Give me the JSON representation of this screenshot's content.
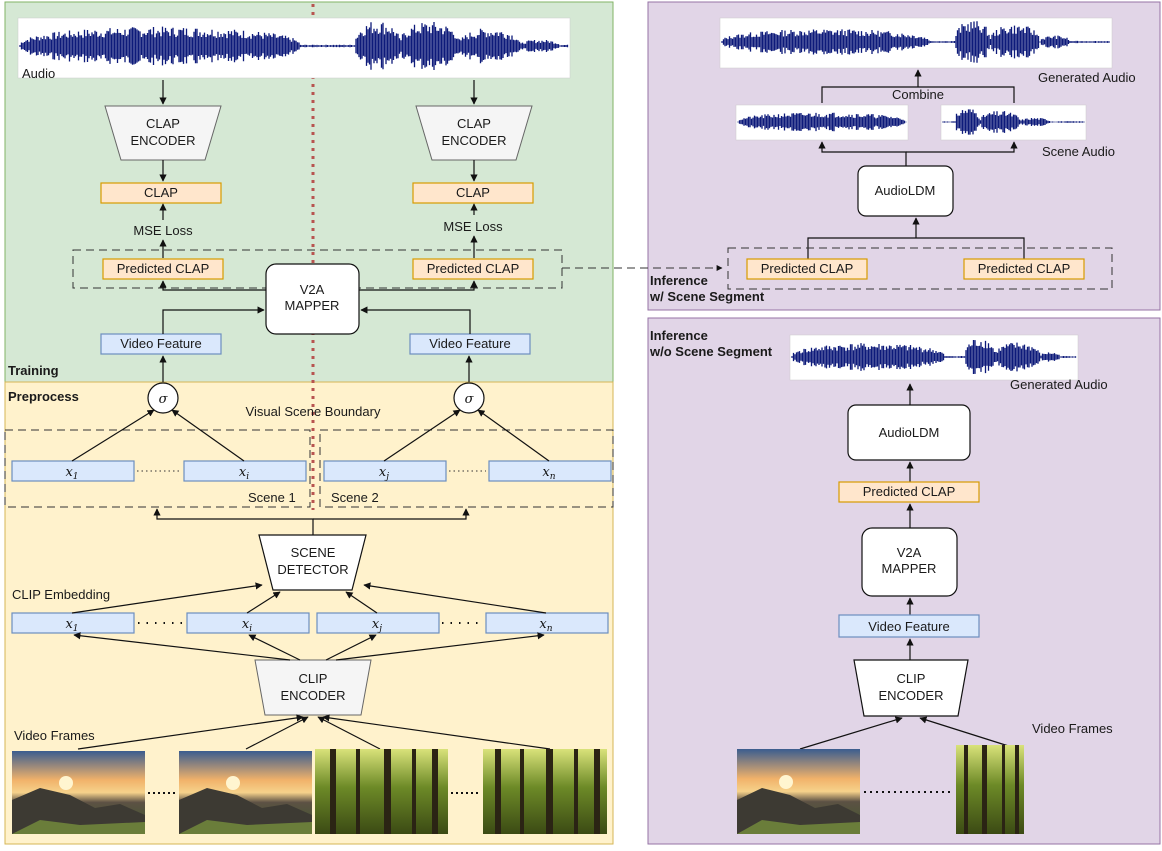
{
  "panels": {
    "training": "Training",
    "preprocess": "Preprocess",
    "inference_with": "Inference\nw/ Scene Segment",
    "inference_without": "Inference\nw/o Scene Segment"
  },
  "training": {
    "audio_label": "Audio",
    "clap_encoder": "CLAP\nENCODER",
    "clap": "CLAP",
    "mse_loss": "MSE Loss",
    "predicted_clap": "Predicted CLAP",
    "v2a_mapper": "V2A\nMAPPER",
    "video_feature": "Video Feature"
  },
  "preprocess": {
    "sigma": "σ",
    "visual_scene_boundary": "Visual Scene Boundary",
    "scene1": "Scene 1",
    "scene2": "Scene 2",
    "scene_detector": "SCENE\nDETECTOR",
    "clip_embedding": "CLIP Embedding",
    "clip_encoder": "CLIP\nENCODER",
    "video_frames": "Video Frames",
    "emb": {
      "x1": "x",
      "x1s": "1",
      "xi": "x",
      "xis": "i",
      "xj": "x",
      "xjs": "j",
      "xn": "x",
      "xns": "n"
    }
  },
  "inference_with": {
    "generated_audio": "Generated Audio",
    "combine": "Combine",
    "scene_audio": "Scene Audio",
    "audioldm": "AudioLDM",
    "predicted_clap": "Predicted CLAP"
  },
  "inference_without": {
    "generated_audio": "Generated Audio",
    "audioldm": "AudioLDM",
    "predicted_clap": "Predicted CLAP",
    "v2a_mapper": "V2A\nMAPPER",
    "video_feature": "Video Feature",
    "clip_encoder": "CLIP\nENCODER",
    "video_frames": "Video Frames"
  },
  "colors": {
    "training_bg": "#d5e8d4",
    "preprocess_bg": "#fff2cc",
    "inference_bg": "#e1d5e7",
    "clap_box": "#ffe6cc",
    "clap_border": "#d79b00",
    "feature_box": "#dae8fc",
    "feature_border": "#6c8ebf",
    "waveform": "#0d1a7a",
    "scene_boundary": "#b85450"
  }
}
